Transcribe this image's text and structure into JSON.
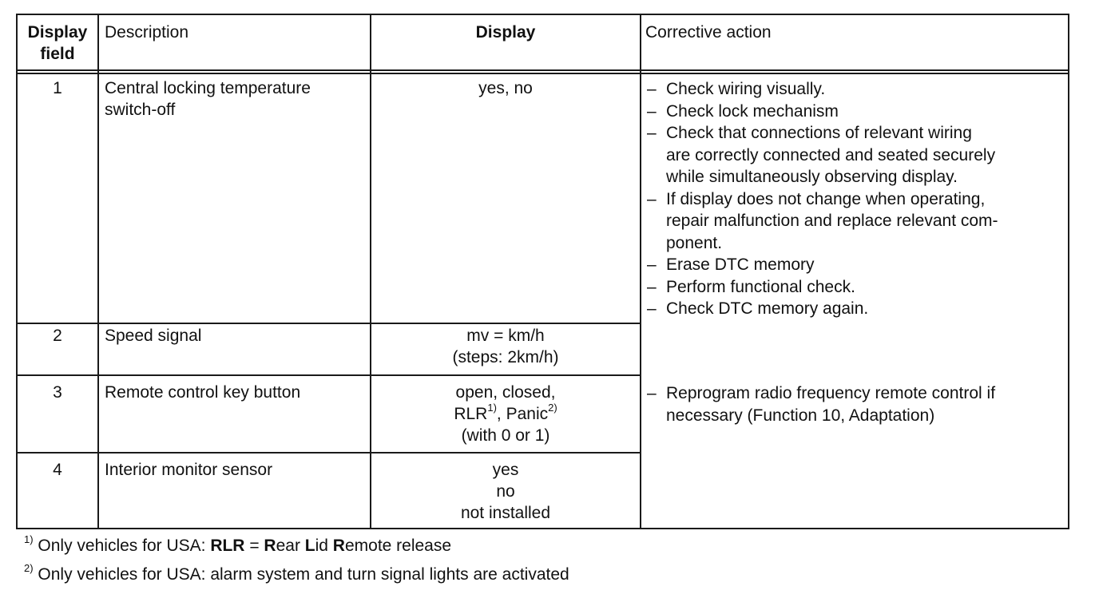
{
  "table": {
    "headers": {
      "field": [
        "Display",
        "field"
      ],
      "description": "Description",
      "display": "Display",
      "action": "Corrective action"
    },
    "rows": [
      {
        "field": "1",
        "description": [
          "Central locking temperature",
          "switch-off"
        ],
        "display": [
          "yes, no"
        ]
      },
      {
        "field": "2",
        "description": [
          "Speed signal"
        ],
        "display": [
          "mv = km/h",
          "(steps: 2km/h)"
        ]
      },
      {
        "field": "3",
        "description": [
          "Remote control key button"
        ],
        "display_line1": "open, closed,",
        "display_rlr": "RLR",
        "display_rlr_sup": "1)",
        "display_panic": ", Panic",
        "display_panic_sup": "2)",
        "display_line3": "(with 0 or 1)"
      },
      {
        "field": "4",
        "description": [
          "Interior monitor sensor"
        ],
        "display": [
          "yes",
          "no",
          "not installed"
        ]
      }
    ],
    "actions_group1": [
      {
        "dash": "–",
        "lines": [
          "Check wiring visually."
        ]
      },
      {
        "dash": "–",
        "lines": [
          "Check lock mechanism"
        ]
      },
      {
        "dash": "–",
        "lines": [
          "Check that connections of relevant wiring",
          "are correctly connected and seated securely",
          "while simultaneously observing display."
        ]
      },
      {
        "dash": "–",
        "lines": [
          "If display does not change when operating,",
          "repair malfunction and replace relevant com-",
          "ponent."
        ]
      },
      {
        "dash": "–",
        "lines": [
          "Erase DTC memory"
        ]
      },
      {
        "dash": "–",
        "lines": [
          "Perform functional check."
        ]
      },
      {
        "dash": "–",
        "lines": [
          "Check DTC memory again."
        ]
      }
    ],
    "actions_group2": [
      {
        "dash": "–",
        "lines": [
          "Reprogram radio frequency remote control if",
          "necessary (Function 10, Adaptation)"
        ]
      }
    ]
  },
  "footnotes": [
    {
      "mark": "1)",
      "prefix": "Only vehicles for USA:  ",
      "bold1": "RLR",
      "mid1": " = ",
      "bold2": "R",
      "mid2": "ear ",
      "bold3": "L",
      "mid3": "id ",
      "bold4": "R",
      "rest": "emote release"
    },
    {
      "mark": "2)",
      "text": "Only vehicles for USA:  alarm system and turn signal lights are activated"
    }
  ]
}
